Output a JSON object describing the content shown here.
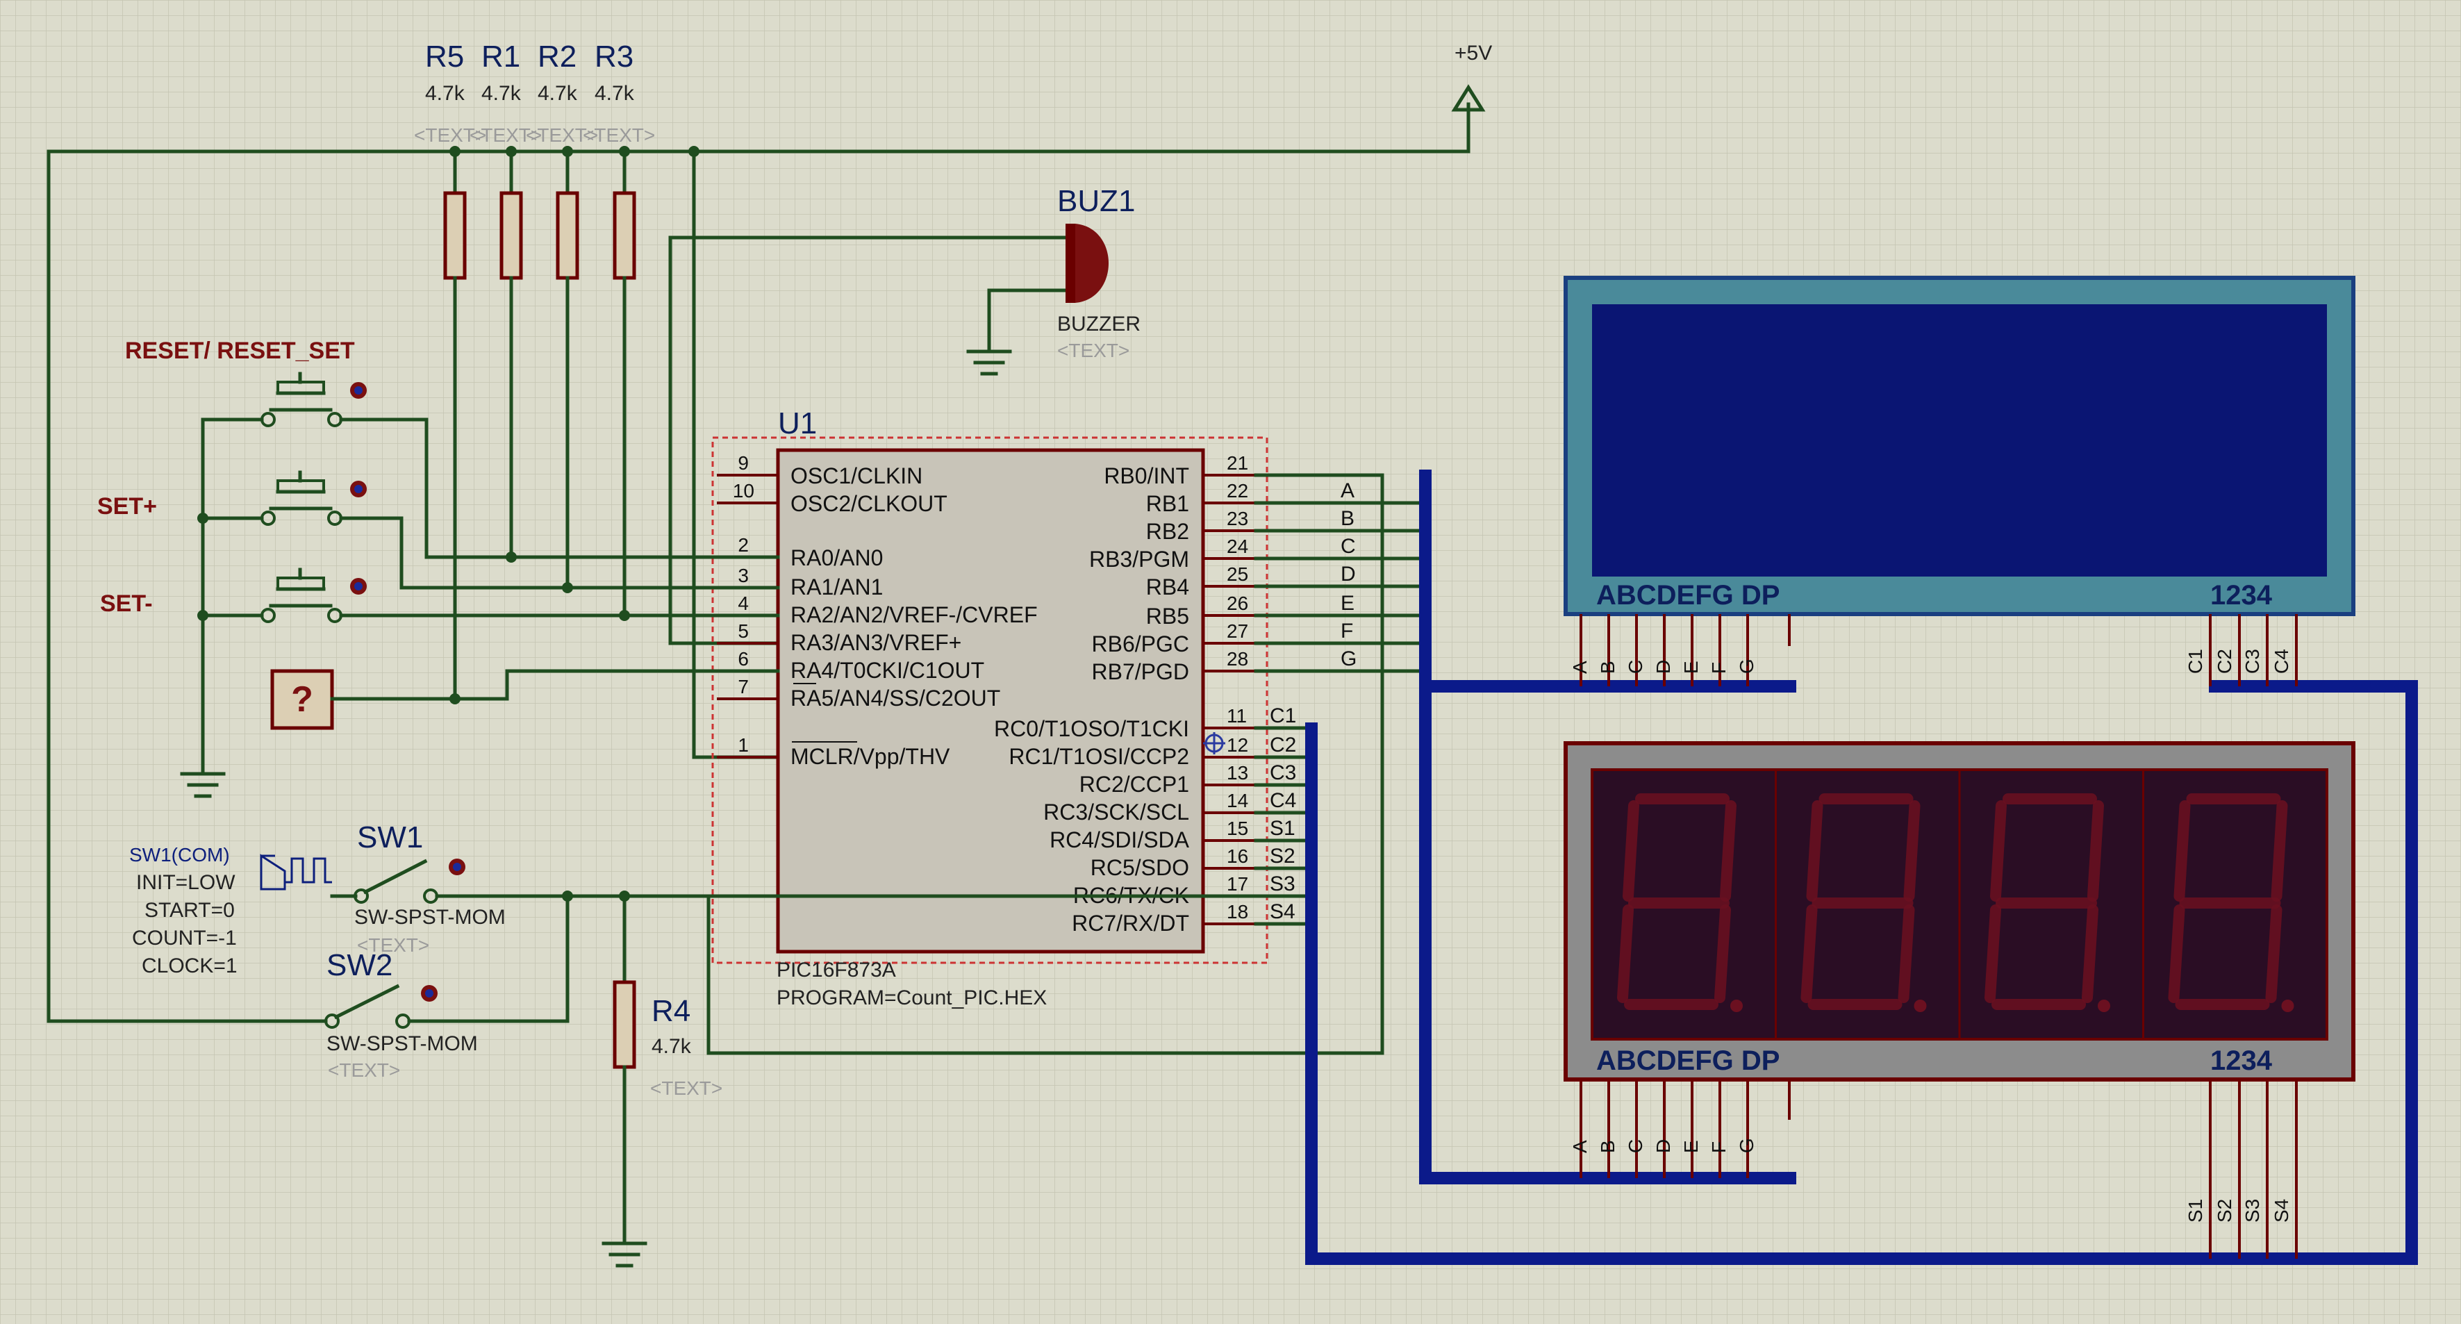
{
  "power": {
    "label": "+5V"
  },
  "resistors": [
    {
      "ref": "R5",
      "value": "4.7k",
      "text": "<TEXT>"
    },
    {
      "ref": "R1",
      "value": "4.7k",
      "text": "<TEXT>"
    },
    {
      "ref": "R2",
      "value": "4.7k",
      "text": "<TEXT>"
    },
    {
      "ref": "R3",
      "value": "4.7k",
      "text": "<TEXT>"
    }
  ],
  "buzzer": {
    "ref": "BUZ1",
    "value": "BUZZER",
    "text": "<TEXT>"
  },
  "mcu": {
    "ref": "U1",
    "part": "PIC16F873A",
    "program": "PROGRAM=Count_PIC.HEX",
    "left_pins": [
      {
        "num": "9",
        "name": "OSC1/CLKIN"
      },
      {
        "num": "10",
        "name": "OSC2/CLKOUT"
      },
      {
        "num": "2",
        "name": "RA0/AN0"
      },
      {
        "num": "3",
        "name": "RA1/AN1"
      },
      {
        "num": "4",
        "name": "RA2/AN2/VREF-/CVREF"
      },
      {
        "num": "5",
        "name": "RA3/AN3/VREF+"
      },
      {
        "num": "6",
        "name": "RA4/T0CKI/C1OUT"
      },
      {
        "num": "7",
        "name": "RA5/AN4/SS/C2OUT"
      },
      {
        "num": "1",
        "name": "MCLR/Vpp/THV"
      }
    ],
    "right_pins": [
      {
        "num": "21",
        "name": "RB0/INT",
        "net": "A"
      },
      {
        "num": "22",
        "name": "RB1",
        "net": "B"
      },
      {
        "num": "23",
        "name": "RB2",
        "net": "C"
      },
      {
        "num": "24",
        "name": "RB3/PGM",
        "net": "D"
      },
      {
        "num": "25",
        "name": "RB4",
        "net": "E"
      },
      {
        "num": "26",
        "name": "RB5",
        "net": "F"
      },
      {
        "num": "27",
        "name": "RB6/PGC",
        "net": "G"
      },
      {
        "num": "28",
        "name": "RB7/PGD",
        "net": ""
      },
      {
        "num": "11",
        "name": "RC0/T1OSO/T1CKI",
        "net": "C1"
      },
      {
        "num": "12",
        "name": "RC1/T1OSI/CCP2",
        "net": "C2"
      },
      {
        "num": "13",
        "name": "RC2/CCP1",
        "net": "C3"
      },
      {
        "num": "14",
        "name": "RC3/SCK/SCL",
        "net": "C4"
      },
      {
        "num": "15",
        "name": "RC4/SDI/SDA",
        "net": "S1"
      },
      {
        "num": "16",
        "name": "RC5/SDO",
        "net": "S2"
      },
      {
        "num": "17",
        "name": "RC6/TX/CK",
        "net": "S3"
      },
      {
        "num": "18",
        "name": "RC7/RX/DT",
        "net": "S4"
      }
    ]
  },
  "buttons": [
    {
      "label": "RESET/  RESET_SET"
    },
    {
      "label": "SET+"
    },
    {
      "label": "SET-"
    }
  ],
  "probe": {
    "label": "?"
  },
  "sw1": {
    "ref": "SW1",
    "type": "SW-SPST-MOM",
    "text": "<TEXT>",
    "gen_lines": [
      "SW1(COM)",
      "INIT=LOW",
      "START=0",
      "COUNT=-1",
      "CLOCK=1"
    ]
  },
  "sw2": {
    "ref": "SW2",
    "type": "SW-SPST-MOM",
    "text": "<TEXT>"
  },
  "r4": {
    "ref": "R4",
    "value": "4.7k",
    "text": "<TEXT>"
  },
  "displays": {
    "segment_label": "ABCDEFG  DP",
    "digit_label": "1234",
    "segment_pins": [
      "A",
      "B",
      "C",
      "D",
      "E",
      "F",
      "G"
    ],
    "lcd_digit_pins": [
      "C1",
      "C2",
      "C3",
      "C4"
    ],
    "led_digit_pins": [
      "S1",
      "S2",
      "S3",
      "S4"
    ],
    "led_digits": 4
  },
  "colors": {
    "background": "#dcdccc",
    "wire": "#1f4d1f",
    "bus": "#0b1a8a",
    "lcd_screen": "#0a1573",
    "lcd_frame": "#4a8a9a",
    "led_panel": "#2a0d24",
    "segment": "#6b1020"
  }
}
